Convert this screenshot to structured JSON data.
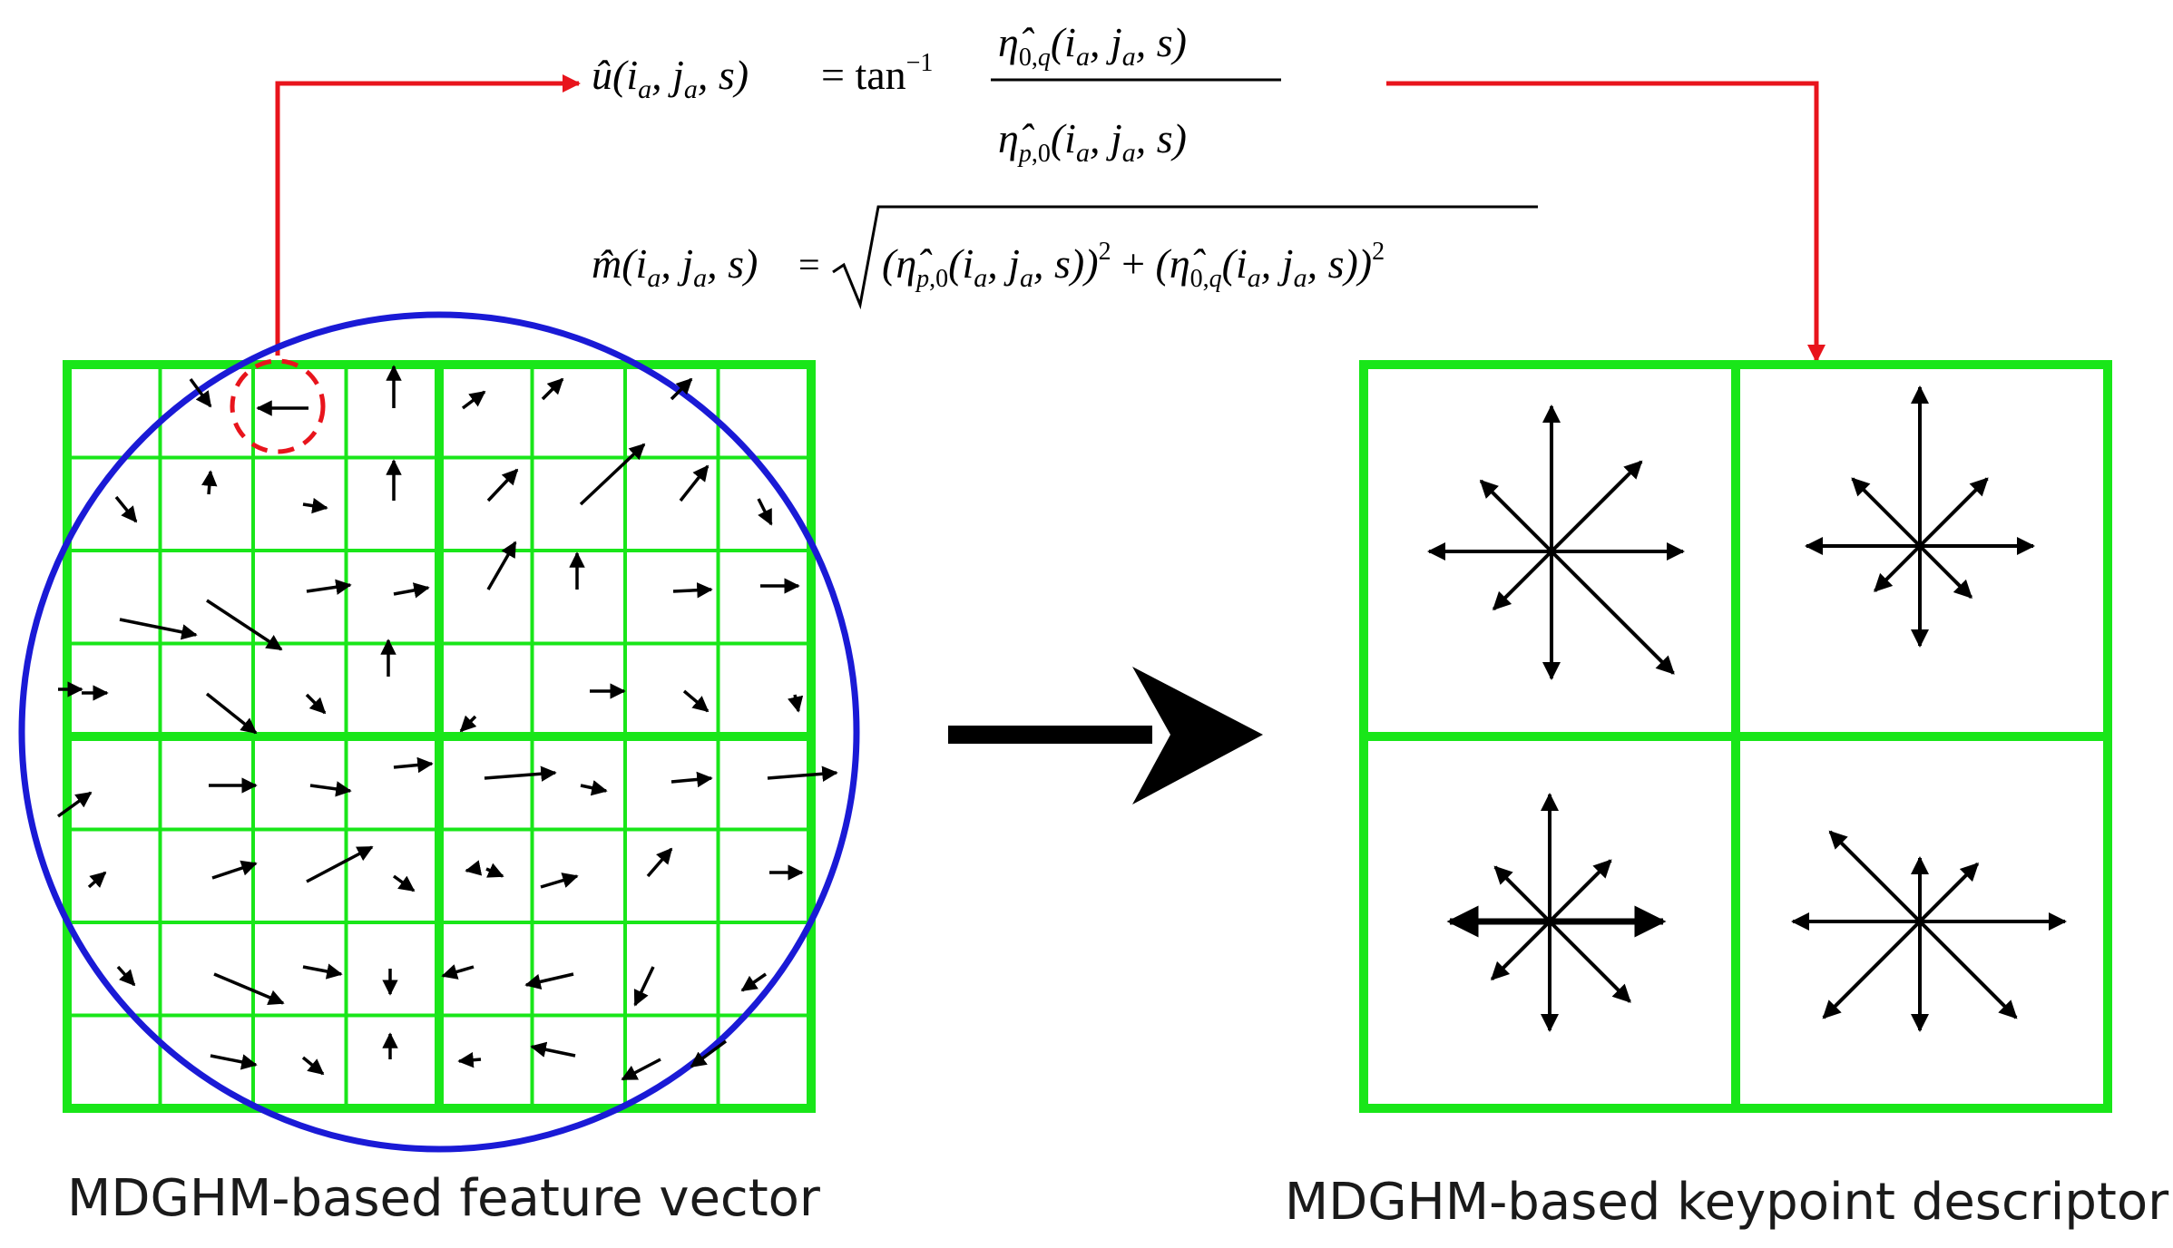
{
  "labels": {
    "feature_vector": "MDGHM-based feature vector",
    "keypoint_descriptor": "MDGHM-based keypoint descriptor"
  },
  "equations": {
    "orientation": "û(iₐ, jₐ, s) = tan⁻¹ [η̂₀,q(iₐ, jₐ, s) / η̂p,₀(iₐ, jₐ, s)]",
    "magnitude": "m̂(iₐ, jₐ, s) = √((η̂p,₀(iₐ, jₐ, s))² + (η̂₀,q(iₐ, jₐ, s))²)"
  },
  "colors": {
    "grid": "#19e619",
    "circle": "#1a1ad6",
    "flow_arrow": "#e8141c",
    "highlight": "#e8141c",
    "vector": "#000000",
    "text": "#1a1a1a"
  }
}
